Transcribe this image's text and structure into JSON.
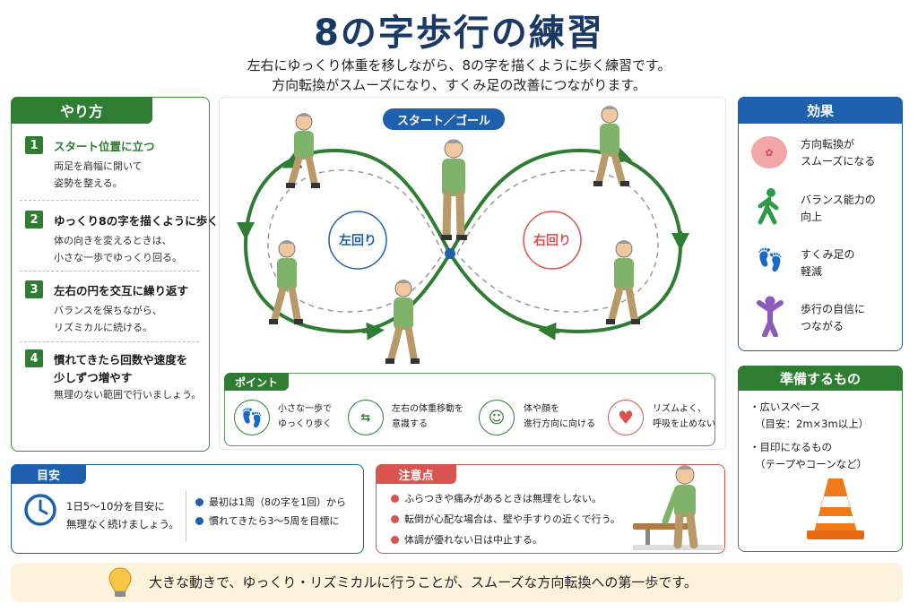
{
  "header": {
    "title": "8の字歩行の練習",
    "subtitle_1": "左右にゆっくり体重を移しながら、8の字を描くように歩く練習です。",
    "subtitle_2": "方向転換がスムーズになり、すくみ足の改善につながります。"
  },
  "howto": {
    "title": "やり方",
    "steps": [
      {
        "num": "1",
        "title": "スタート位置に立つ",
        "lines": [
          "両足を肩幅に開いて",
          "姿勢を整える。"
        ]
      },
      {
        "num": "2",
        "title": "ゆっくり8の字を描くように歩く",
        "lines": [
          "体の向きを変えるときは、",
          "小さな一歩でゆっくり回る。"
        ]
      },
      {
        "num": "3",
        "title": "左右の円を交互に繰り返す",
        "lines": [
          "バランスを保ちながら、",
          "リズミカルに続ける。"
        ]
      },
      {
        "num": "4",
        "title": "慣れてきたら回数や速度を",
        "title2": "少しずつ増やす",
        "lines": [
          "無理のない範囲で行いましょう。"
        ]
      }
    ]
  },
  "diagram": {
    "start_goal": "スタート／ゴール",
    "left_label": "左回り",
    "right_label": "右回り"
  },
  "points": {
    "title": "ポイント",
    "items": [
      {
        "icon": "footprints-icon",
        "lines": [
          "小さな一歩で",
          "ゆっくり歩く"
        ]
      },
      {
        "icon": "weight-shift-icon",
        "lines": [
          "左右の体重移動を",
          "意識する"
        ]
      },
      {
        "icon": "head-direction-icon",
        "lines": [
          "体や顔を",
          "進行方向に向ける"
        ]
      },
      {
        "icon": "heart-icon",
        "lines": [
          "リズムよく、",
          "呼吸を止めない"
        ]
      }
    ]
  },
  "effects": {
    "title": "効果",
    "items": [
      {
        "icon": "brain-icon",
        "lines": [
          "方向転換が",
          "スムーズになる"
        ]
      },
      {
        "icon": "walking-person-icon",
        "lines": [
          "バランス能力の",
          "向上"
        ]
      },
      {
        "icon": "footprints-icon",
        "lines": [
          "すくみ足の",
          "軽減"
        ]
      },
      {
        "icon": "confident-person-icon",
        "lines": [
          "歩行の自信に",
          "つながる"
        ]
      }
    ]
  },
  "prep": {
    "title": "準備するもの",
    "items": [
      "・広いスペース",
      "（目安：2m×3m以上）",
      "・目印になるもの",
      "（テープやコーンなど）"
    ]
  },
  "guide": {
    "title": "目安",
    "main": [
      "1日5～10分を目安に",
      "無理なく続けましょう。"
    ],
    "bullets": [
      "最初は1周（8の字を1回）から",
      "慣れてきたら3～5周を目標に"
    ]
  },
  "caution": {
    "title": "注意点",
    "bullets": [
      "ふらつきや痛みがあるときは無理をしない。",
      "転倒が心配な場合は、壁や手すりの近くで行う。",
      "体調が優れない日は中止する。"
    ]
  },
  "footer": {
    "text": "大きな動きで、ゆっくり・リズミカルに行うことが、スムーズな方向転換への第一歩です。"
  },
  "colors": {
    "green": "#2f7d32",
    "blue": "#1e5fae",
    "red": "#d9534f",
    "navy": "#1a3a66",
    "footer_bg": "#fdf3dc"
  }
}
